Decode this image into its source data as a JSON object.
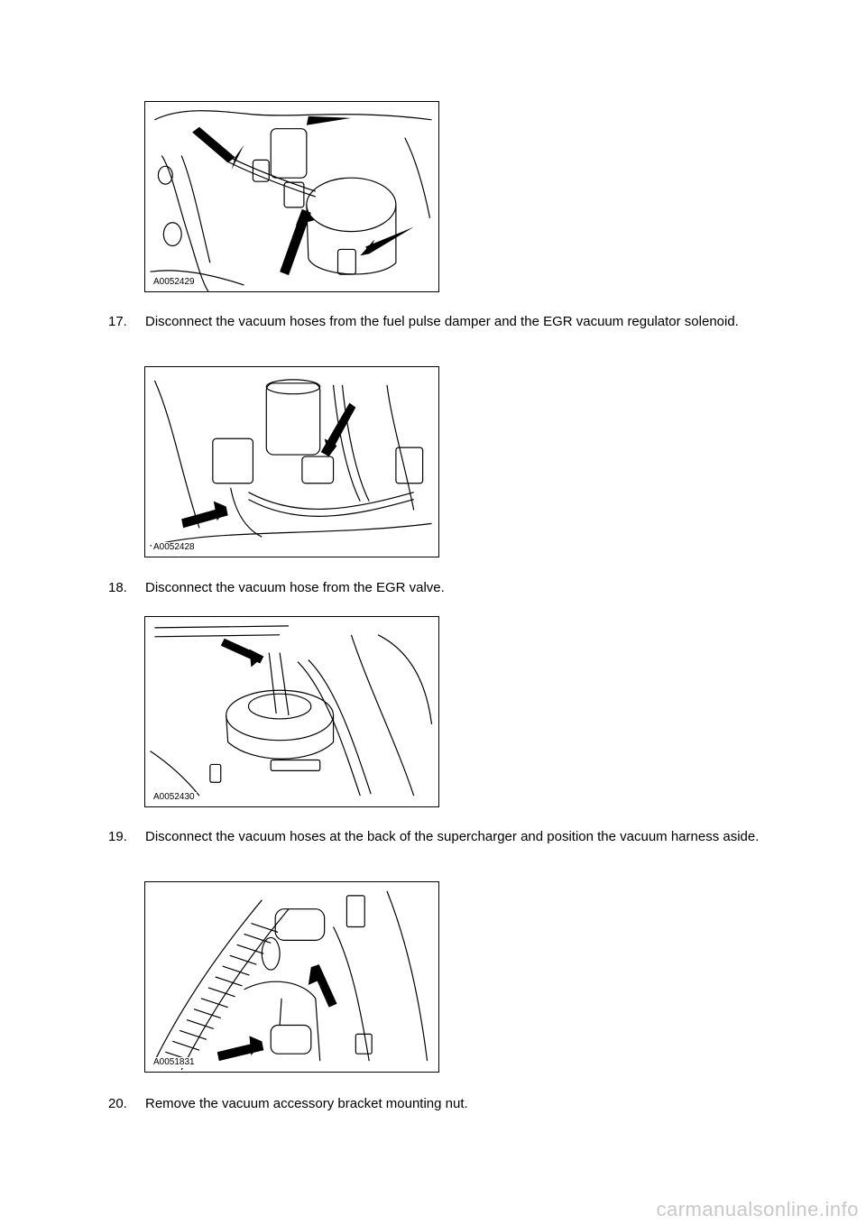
{
  "figures": [
    {
      "id": "A0052429"
    },
    {
      "id": "A0052428"
    },
    {
      "id": "A0052430"
    },
    {
      "id": "A0051831"
    }
  ],
  "steps": [
    {
      "number": "17.",
      "text": "Disconnect the vacuum hoses from the fuel pulse damper and the EGR vacuum regulator solenoid."
    },
    {
      "number": "18.",
      "text": "Disconnect the vacuum hose from the EGR valve."
    },
    {
      "number": "19.",
      "text": "Disconnect the vacuum hoses at the back of the supercharger and position the vacuum harness aside."
    },
    {
      "number": "20.",
      "text": "Remove the vacuum accessory bracket mounting nut."
    }
  ],
  "watermark": "carmanualsonline.info"
}
